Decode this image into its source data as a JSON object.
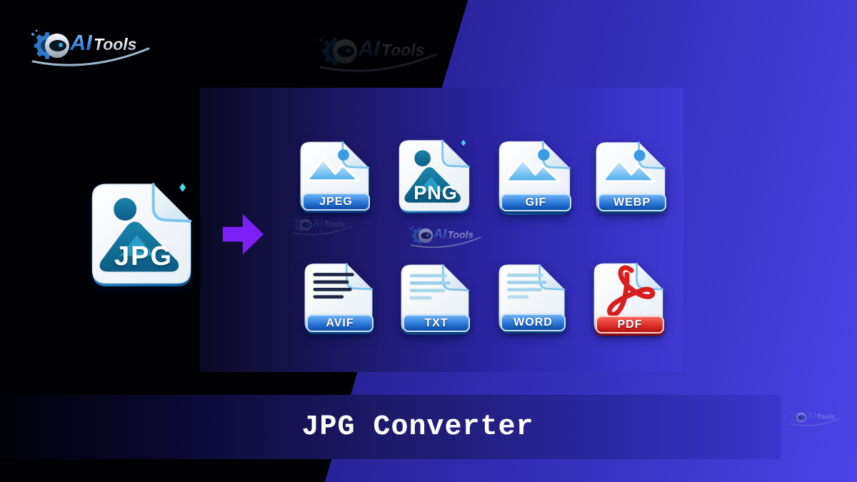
{
  "brand": {
    "ai": "AI",
    "tools": "Tools"
  },
  "banner": {
    "title": "JPG Converter"
  },
  "source": {
    "label": "JPG"
  },
  "formats": [
    {
      "label": "JPEG"
    },
    {
      "label": "PNG"
    },
    {
      "label": "GIF"
    },
    {
      "label": "WEBP"
    },
    {
      "label": "AVIF"
    },
    {
      "label": "TXT"
    },
    {
      "label": "WORD"
    },
    {
      "label": "PDF"
    }
  ],
  "icons": {
    "arrow": "right-arrow",
    "logo_mark": "robot-gear",
    "image_icons": "mountain-photo",
    "doc_icons": "text-lines-document",
    "pdf_icon": "acrobat-swirl"
  },
  "colors": {
    "arrow_accent": "#7d20f6",
    "pill_blue_top": "#6cb2f2",
    "pill_blue_bottom": "#0d4ea8",
    "pill_red_top": "#f4655a",
    "pill_red_bottom": "#b41212",
    "teal_artwork": "#15718f",
    "background_right": "#3b34c8",
    "background_left": "#000000",
    "panel_right": "#4039d2",
    "title_text": "#ffffff"
  }
}
